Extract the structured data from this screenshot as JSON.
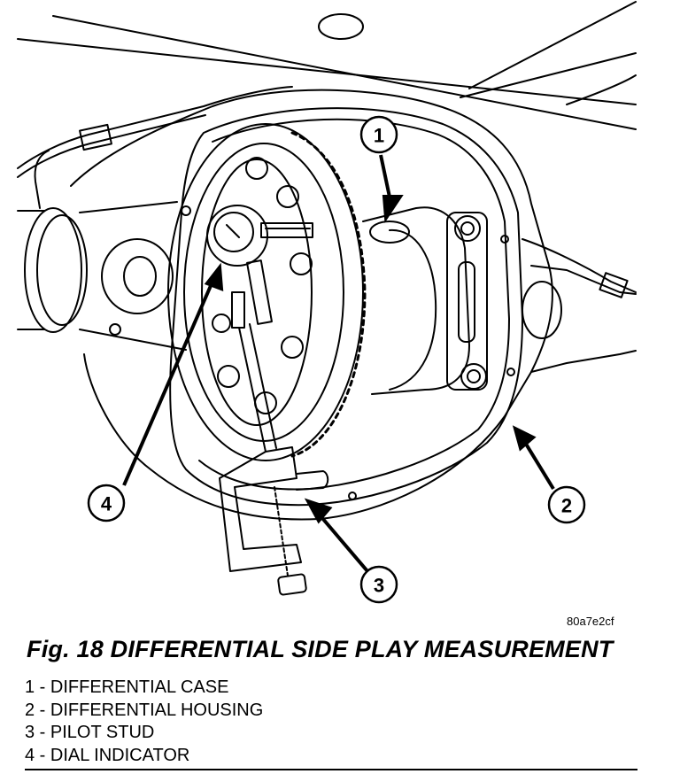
{
  "figure": {
    "image_code": "80a7e2cf",
    "title": "Fig. 18 DIFFERENTIAL SIDE PLAY MEASUREMENT"
  },
  "callouts": [
    {
      "number": "1",
      "label": "DIFFERENTIAL CASE"
    },
    {
      "number": "2",
      "label": "DIFFERENTIAL HOUSING"
    },
    {
      "number": "3",
      "label": "PILOT STUD"
    },
    {
      "number": "4",
      "label": "DIAL INDICATOR"
    }
  ],
  "legend": [
    "1 - DIFFERENTIAL CASE",
    "2 - DIFFERENTIAL HOUSING",
    "3 - PILOT STUD",
    "4 - DIAL INDICATOR"
  ]
}
